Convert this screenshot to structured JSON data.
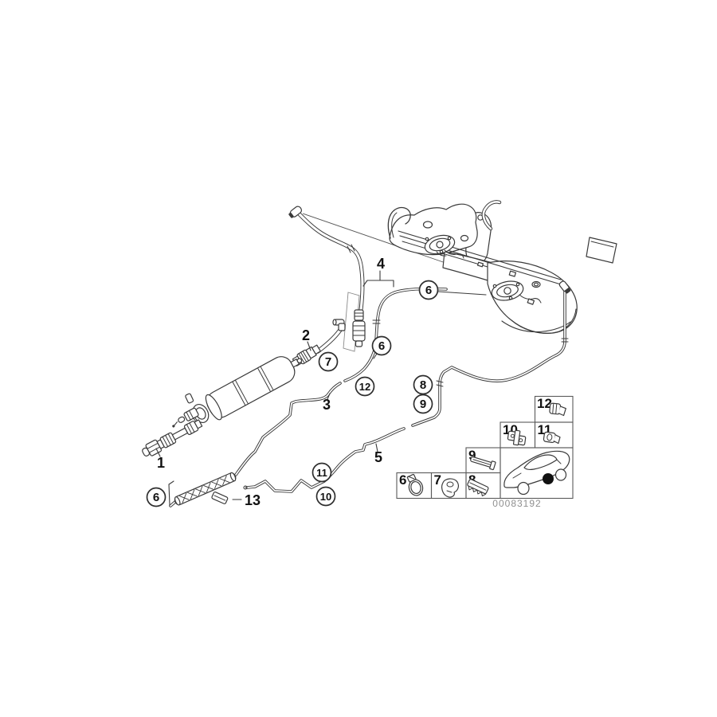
{
  "diagram": {
    "background_color": "#ffffff",
    "line_color": "#3a3a3a",
    "doc_number": "00083192",
    "part_labels": [
      {
        "text": "1"
      },
      {
        "text": "2"
      },
      {
        "text": "3"
      },
      {
        "text": "4"
      },
      {
        "text": "5"
      },
      {
        "text": "13"
      }
    ],
    "callouts": [
      {
        "label": "6"
      },
      {
        "label": "7"
      },
      {
        "label": "6"
      },
      {
        "label": "12"
      },
      {
        "label": "8"
      },
      {
        "label": "9"
      },
      {
        "label": "6"
      },
      {
        "label": "11"
      },
      {
        "label": "10"
      }
    ],
    "legend": {
      "cells": [
        {
          "number": "12",
          "icon": "line-clip-icon"
        },
        {
          "number": "10",
          "icon": "double-line-clip-icon"
        },
        {
          "number": "11",
          "icon": "line-clip-icon"
        },
        {
          "number": "9",
          "icon": "holder-bracket-icon"
        },
        {
          "number": "8",
          "icon": "serrated-bracket-icon"
        },
        {
          "number": "6",
          "icon": "hose-clamp-icon"
        },
        {
          "number": "7",
          "icon": "rubber-holder-icon"
        }
      ],
      "location_marker_color": "#111111"
    }
  }
}
